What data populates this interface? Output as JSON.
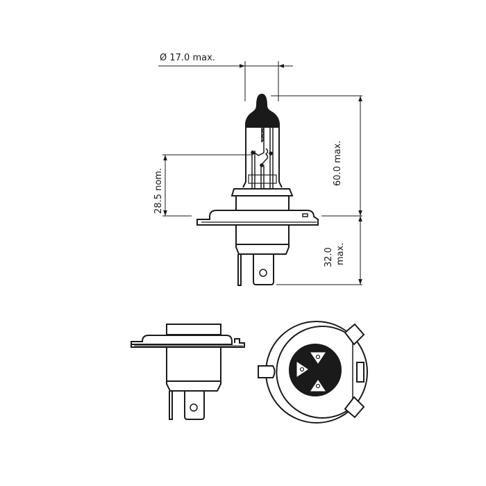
{
  "drawing": {
    "subject": "H4 halogen bulb technical dimension drawing",
    "line_color": "#1a1a1a",
    "background": "#ffffff",
    "views": [
      "side-view-main",
      "side-view-rotated",
      "base-bottom-view"
    ]
  },
  "dimensions": {
    "diameter": {
      "label": "Ø 17.0 max.",
      "value": 17.0,
      "unit": "mm",
      "qualifier": "max."
    },
    "light_center": {
      "label": "28.5 nom.",
      "value": 28.5,
      "unit": "mm",
      "qualifier": "nom."
    },
    "overall_height": {
      "label": "60.0 max.",
      "value": 60.0,
      "unit": "mm",
      "qualifier": "max."
    },
    "base_height_value": "32.0",
    "base_height_qualifier": "max.",
    "base_height": {
      "label": "32.0 max.",
      "value": 32.0,
      "unit": "mm",
      "qualifier": "max."
    }
  }
}
